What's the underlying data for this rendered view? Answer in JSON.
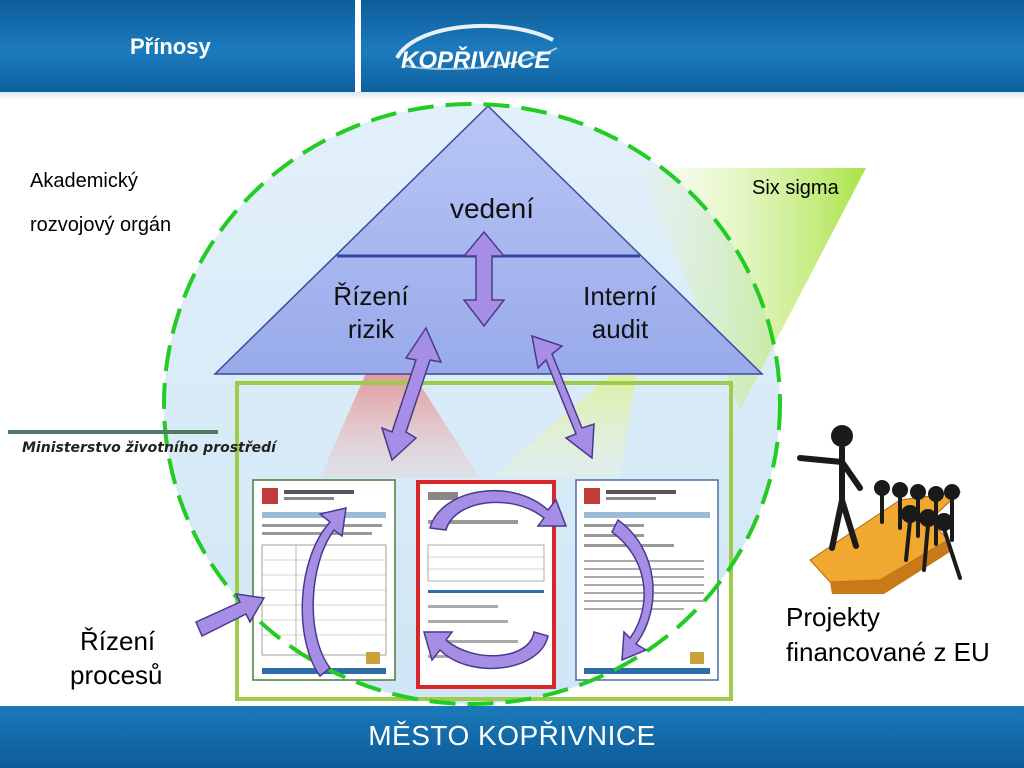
{
  "header": {
    "title": "Přínosy",
    "logo_text": "KOPŘIVNICE"
  },
  "footer": {
    "text": "MĚSTO KOPŘIVNICE"
  },
  "labels": {
    "akademicky_line1": "Akademický",
    "akademicky_line2": "rozvojový orgán",
    "six_sigma": "Six sigma",
    "vedeni": "vedení",
    "rizeni_rizik_line1": "Řízení",
    "rizeni_rizik_line2": "rizik",
    "interni_audit_line1": "Interní",
    "interni_audit_line2": "audit",
    "rizeni_procesu_line1": "Řízení",
    "rizeni_procesu_line2": "procesů",
    "projekty_line1": "Projekty",
    "projekty_line2": "financované z EU",
    "ministerstvo": "Ministerstvo životního prostředí"
  },
  "colors": {
    "header_blue": "#1470b0",
    "roof_blue": "#aab8f0",
    "circle_fill": "#dcecf8",
    "dashed_green": "#22cc22",
    "house_border": "#9ccc4a",
    "sigma_green": "#a6e23a",
    "arrow_purple": "#a98ee6",
    "risk_red": "#e05a4a",
    "audit_yellow": "#e6f08a",
    "doc_red_frame": "#d8262a"
  }
}
